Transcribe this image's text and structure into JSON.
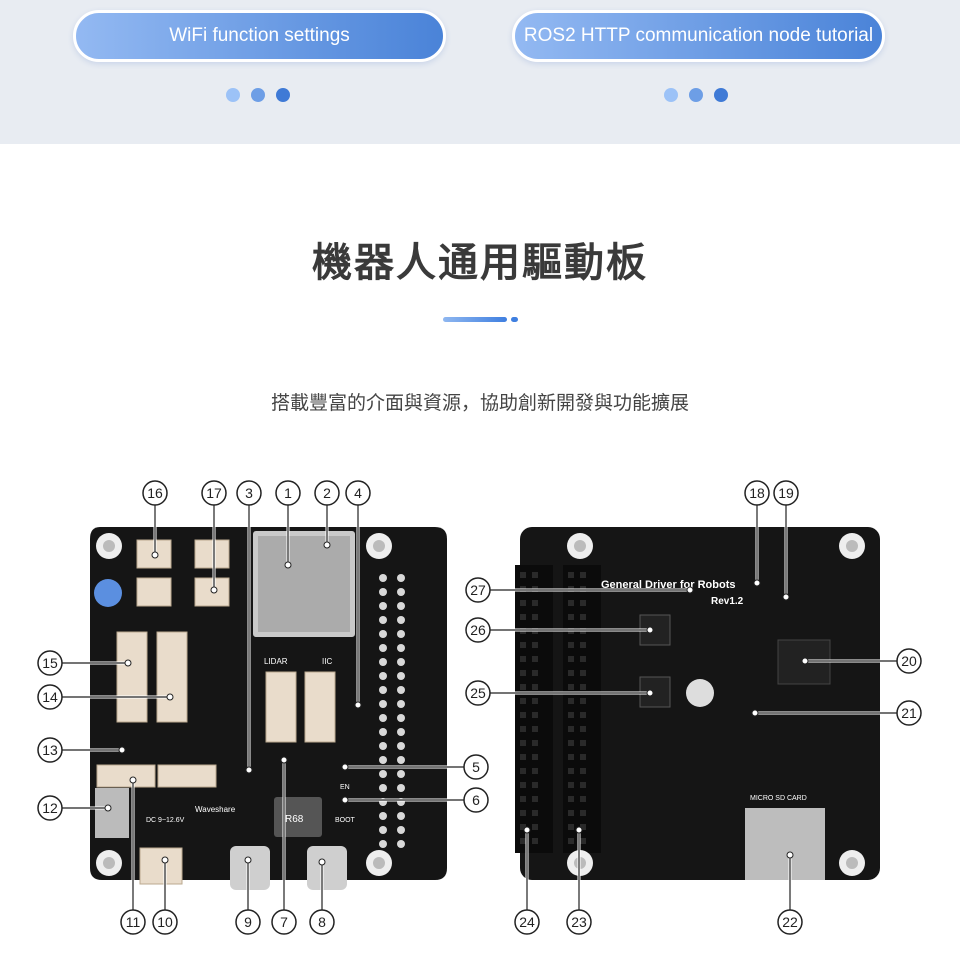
{
  "carousel": {
    "left_button": "WiFi function settings",
    "right_button": "ROS2 HTTP communication node tutorial",
    "dot_colors": [
      "#9cc2f7",
      "#6d9ee6",
      "#3f7ad6"
    ]
  },
  "section": {
    "title": "機器人通用驅動板",
    "subtitle": "搭載豐富的介面與資源，協助創新開發與功能擴展"
  },
  "board_labels": {
    "general_driver": "General Driver for Robots",
    "rev": "Rev1.2",
    "lidar": "LIDAR",
    "iic": "IIC",
    "brand": "Waveshare",
    "dc": "DC 9~12.6V",
    "sd": "MICRO SD CARD",
    "en": "EN",
    "boot": "BOOT",
    "inductor": "R68"
  },
  "callouts": [
    "16",
    "17",
    "3",
    "1",
    "2",
    "4",
    "15",
    "14",
    "13",
    "12",
    "11",
    "10",
    "9",
    "7",
    "8",
    "5",
    "6",
    "18",
    "19",
    "27",
    "26",
    "25",
    "20",
    "21",
    "24",
    "23",
    "22"
  ]
}
